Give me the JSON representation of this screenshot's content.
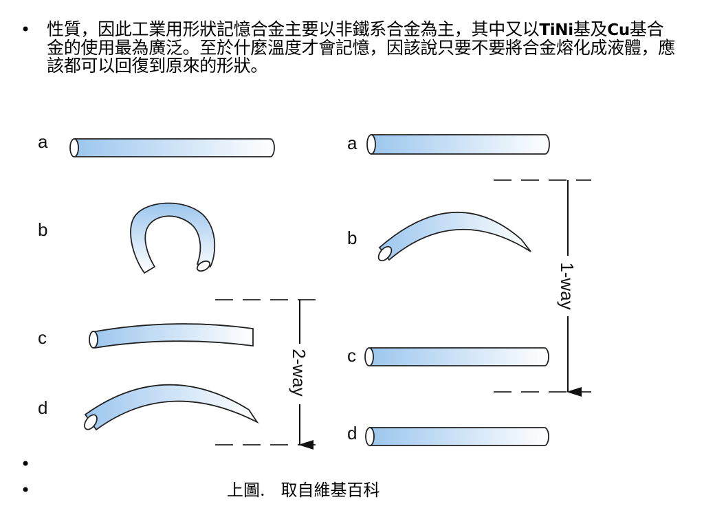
{
  "slide": {
    "bullet_char": "•",
    "para_segments": [
      "性質，因此工業用形狀記憶合金主要以非鐵系合金為主，其中又以",
      "TiNi",
      "基及",
      "Cu",
      "基合金的使用最為廣泛。至於什麼溫度才會記憶，因該說只要不要將合金熔化成液體，應該都可以回復到原來的形狀。"
    ],
    "caption": "上圖.   取自維基百科"
  },
  "diagram": {
    "left_labels": [
      "a",
      "b",
      "c",
      "d"
    ],
    "right_labels": [
      "a",
      "b",
      "c",
      "d"
    ],
    "left_bracket": "2-way",
    "right_bracket": "1-way",
    "tube_color_dark": "#9cc6ee",
    "tube_color_light": "#ffffff",
    "outline_color": "#222222"
  }
}
